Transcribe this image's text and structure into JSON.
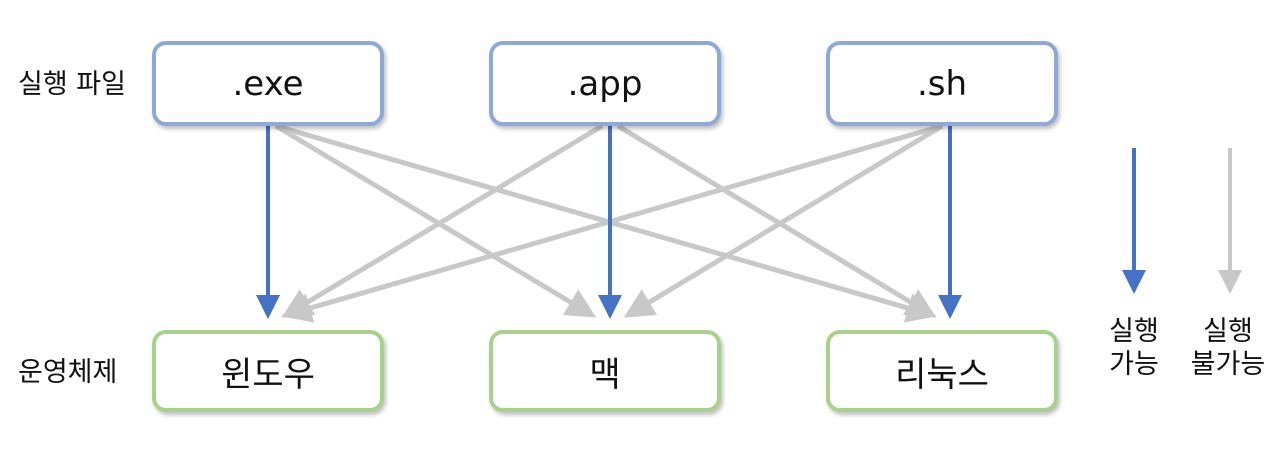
{
  "labels": {
    "executables": "실행 파일",
    "os": "운영체제"
  },
  "executables": [
    ".exe",
    ".app",
    ".sh"
  ],
  "systems": [
    "윈도우",
    "맥",
    "리눅스"
  ],
  "runnable_map": [
    {
      "from": ".exe",
      "to": "윈도우",
      "runnable": true
    },
    {
      "from": ".exe",
      "to": "맥",
      "runnable": false
    },
    {
      "from": ".exe",
      "to": "리눅스",
      "runnable": false
    },
    {
      "from": ".app",
      "to": "윈도우",
      "runnable": false
    },
    {
      "from": ".app",
      "to": "맥",
      "runnable": true
    },
    {
      "from": ".app",
      "to": "리눅스",
      "runnable": false
    },
    {
      "from": ".sh",
      "to": "윈도우",
      "runnable": false
    },
    {
      "from": ".sh",
      "to": "맥",
      "runnable": false
    },
    {
      "from": ".sh",
      "to": "리눅스",
      "runnable": true
    }
  ],
  "legend": {
    "runnable": {
      "line1": "실행",
      "line2": "가능"
    },
    "not_runnable": {
      "line1": "실행",
      "line2": "불가능"
    }
  },
  "colors": {
    "runnable": "#4472c4",
    "not_runnable": "#c8c8c8",
    "file_border": "#8ea9d8",
    "os_border": "#a9d18e"
  }
}
